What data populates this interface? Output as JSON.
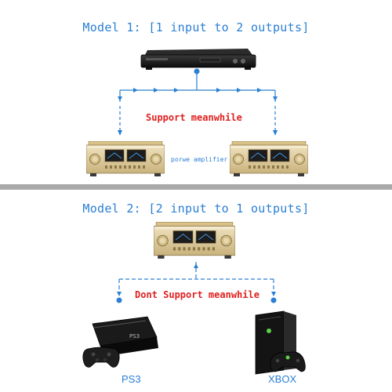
{
  "colors": {
    "blue": "#2a7fd4",
    "red": "#e02020",
    "divider": "#a9a9a9",
    "gold": "#d9c79a"
  },
  "model1": {
    "title": "Model 1: [1 input to 2 outputs]",
    "support_text": "Support meanwhile",
    "amplifier_label": "porwe amplifier",
    "source_device": "dvd-player",
    "outputs": [
      "amplifier",
      "amplifier"
    ]
  },
  "model2": {
    "title": "Model 2: [2 input to 1 outputs]",
    "support_text": "Dont Support meanwhile",
    "output_device": "amplifier",
    "inputs": [
      {
        "label": "PS3",
        "icon": "ps3-console-icon"
      },
      {
        "label": "XBOX",
        "icon": "xbox-console-icon"
      }
    ]
  }
}
